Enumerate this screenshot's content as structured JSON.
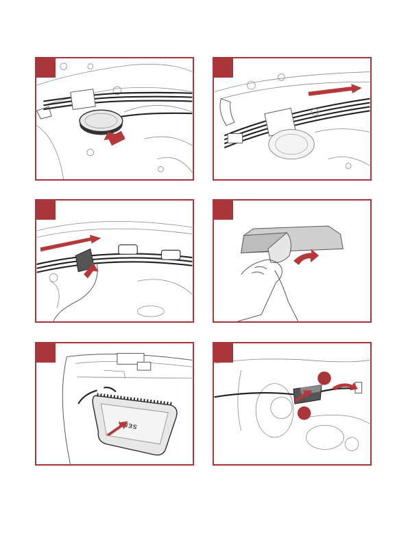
{
  "colors": {
    "accent": "#a8353a",
    "arrow": "#b5383b",
    "line": "#555555"
  },
  "steps": [
    {
      "id": 1,
      "content": ""
    },
    {
      "id": 2,
      "content": ""
    },
    {
      "id": 3,
      "content": ""
    },
    {
      "id": 4,
      "content": ""
    },
    {
      "id": 5,
      "content": "SENA"
    },
    {
      "id": 6,
      "content": ""
    }
  ]
}
